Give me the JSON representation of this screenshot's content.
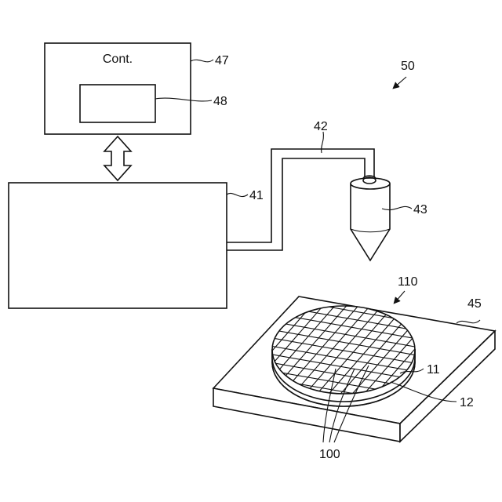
{
  "labels": {
    "controller_text": "Cont.",
    "ref_47": "47",
    "ref_48": "48",
    "ref_50": "50",
    "ref_42": "42",
    "ref_41": "41",
    "ref_43": "43",
    "ref_110": "110",
    "ref_45": "45",
    "ref_11": "11",
    "ref_12": "12",
    "ref_100": "100"
  }
}
